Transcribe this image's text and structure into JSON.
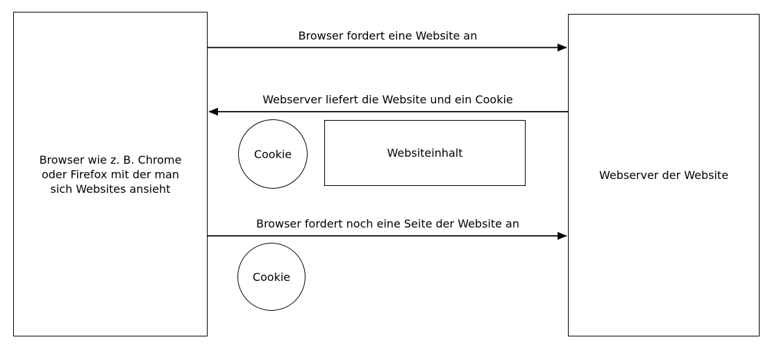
{
  "diagram": {
    "type": "sequence-communication-diagram",
    "language": "de",
    "colors": {
      "background": "#ffffff",
      "stroke": "#000000",
      "text": "#000000"
    },
    "nodes": {
      "browser": {
        "lines": [
          "Browser wie z. B. Chrome",
          "oder Firefox mit der man",
          "sich Websites ansieht"
        ],
        "shape": "rectangle"
      },
      "webserver": {
        "label": "Webserver der Website",
        "shape": "rectangle"
      },
      "website_content": {
        "label": "Websiteinhalt",
        "shape": "rectangle"
      },
      "cookie_first": {
        "label": "Cookie",
        "shape": "circle"
      },
      "cookie_second": {
        "label": "Cookie",
        "shape": "circle"
      }
    },
    "arrows": [
      {
        "label": "Browser fordert eine Website an",
        "from": "browser",
        "to": "webserver",
        "direction": "right"
      },
      {
        "label": "Webserver liefert die Website und ein Cookie",
        "from": "webserver",
        "to": "browser",
        "direction": "left"
      },
      {
        "label": "Browser fordert noch eine Seite der Website an",
        "from": "browser",
        "to": "webserver",
        "direction": "right"
      }
    ]
  }
}
